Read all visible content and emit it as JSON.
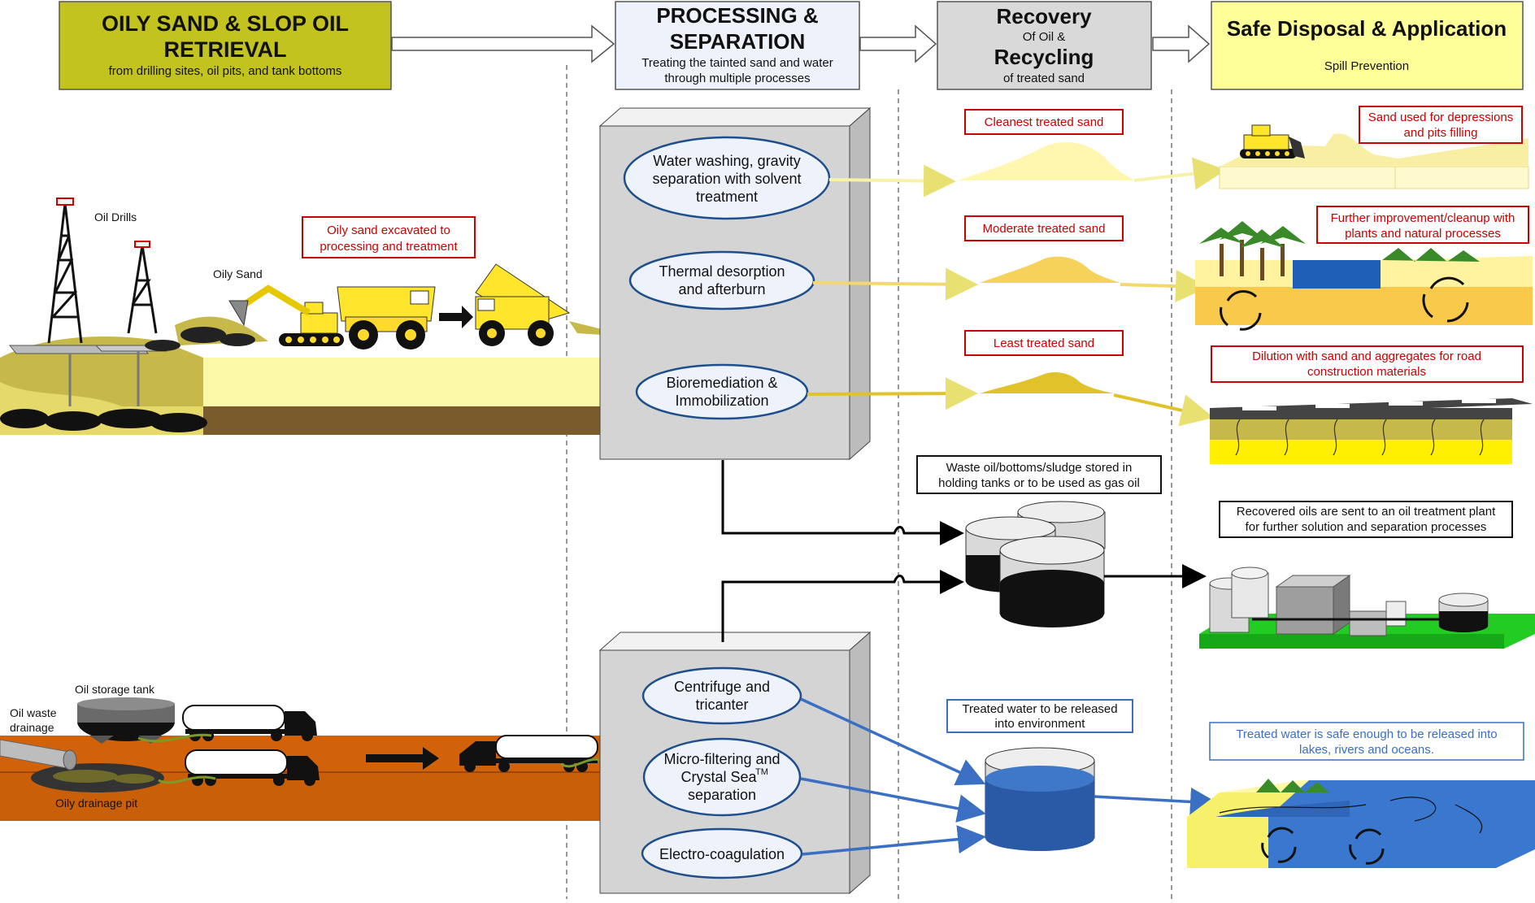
{
  "headers": {
    "retrieval": {
      "title1": "OILY SAND & SLOP OIL",
      "title2": "RETRIEVAL",
      "subtitle": "from drilling sites, oil pits, and tank bottoms"
    },
    "processing": {
      "title1": "PROCESSING &",
      "title2": "SEPARATION",
      "sub1": "Treating the tainted sand and water",
      "sub2": "through multiple processes"
    },
    "recovery": {
      "title1": "Recovery",
      "small1": "Of Oil &",
      "title2": "Recycling",
      "small2": "of treated sand"
    },
    "disposal": {
      "title": "Safe Disposal & Application",
      "subtitle": "Spill Prevention"
    }
  },
  "retrieval_labels": {
    "oil_drills": "Oil Drills",
    "oily_sand": "Oily Sand",
    "excavated1": "Oily sand excavated to",
    "excavated2": "processing and treatment",
    "oil_storage_tank": "Oil storage tank",
    "oil_waste1": "Oil waste",
    "oil_waste2": "drainage",
    "oily_drainage_pit": "Oily drainage pit"
  },
  "processes": {
    "water_washing": [
      "Water washing, gravity",
      "separation with solvent",
      "treatment"
    ],
    "thermal": [
      "Thermal desorption",
      "and afterburn"
    ],
    "bio": [
      "Bioremediation &",
      "Immobilization"
    ],
    "centrifuge": [
      "Centrifuge and",
      "tricanter"
    ],
    "micro": {
      "line1": "Micro-filtering and",
      "line2": "Crystal Sea",
      "tm": "TM",
      "line3": "separation"
    },
    "electro": "Electro-coagulation"
  },
  "recovery_labels": {
    "cleanest": "Cleanest treated sand",
    "moderate": "Moderate treated sand",
    "least": "Least treated sand",
    "waste_oil1": "Waste oil/bottoms/sludge stored in",
    "waste_oil2": "holding tanks or to be used as gas oil",
    "treated_water1": "Treated water to be released",
    "treated_water2": "into environment"
  },
  "disposal_labels": {
    "sand_used1": "Sand used for depressions",
    "sand_used2": "and pits filling",
    "further1": "Further improvement/cleanup with",
    "further2": "plants and natural processes",
    "dilution1": "Dilution with sand and aggregates for road",
    "dilution2": "construction materials",
    "recovered1": "Recovered oils are sent to an oil treatment plant",
    "recovered2": "for further solution and separation processes",
    "water_safe1": "Treated water is safe enough to be released into",
    "water_safe2": "lakes, rivers and oceans."
  },
  "colors": {
    "olive": "#c3c31f",
    "light_blue_box": "#eef3fb",
    "gray_box": "#d9d9d9",
    "light_yellow": "#ffff99",
    "red_label": "#cc0000",
    "ellipse_border": "#1f4e8c",
    "water_blue": "#2e6bbf"
  }
}
